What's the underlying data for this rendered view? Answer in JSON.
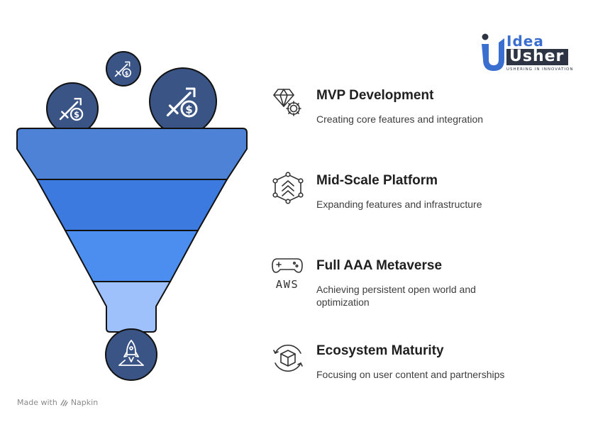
{
  "brand": {
    "top_word": "Idea",
    "bottom_word": "Usher",
    "tagline": "USHERING IN INNOVATION"
  },
  "stages": [
    {
      "title": "MVP Development",
      "description": "Creating core features and integration",
      "icon": "diamond-gear-icon"
    },
    {
      "title": "Mid-Scale Platform",
      "description": "Expanding features and infrastructure",
      "icon": "network-arrows-icon"
    },
    {
      "title": "Full AAA Metaverse",
      "description": "Achieving persistent open world and optimization",
      "icon": "gamepad-aws-icon",
      "icon_text": "AWS"
    },
    {
      "title": "Ecosystem Maturity",
      "description": "Focusing on user content and partnerships",
      "icon": "cube-cycle-icon"
    }
  ],
  "funnel_icons": {
    "input": "sword-coin-icon",
    "output": "rocket-icon"
  },
  "colors": {
    "layer_1": "#4e82d6",
    "layer_2": "#3d7ae0",
    "layer_3": "#4b8ef0",
    "layer_4": "#9ec1fb",
    "circle": "#3a5585",
    "outline": "#111111"
  },
  "footer": {
    "label": "Made with",
    "brand": "Napkin"
  }
}
